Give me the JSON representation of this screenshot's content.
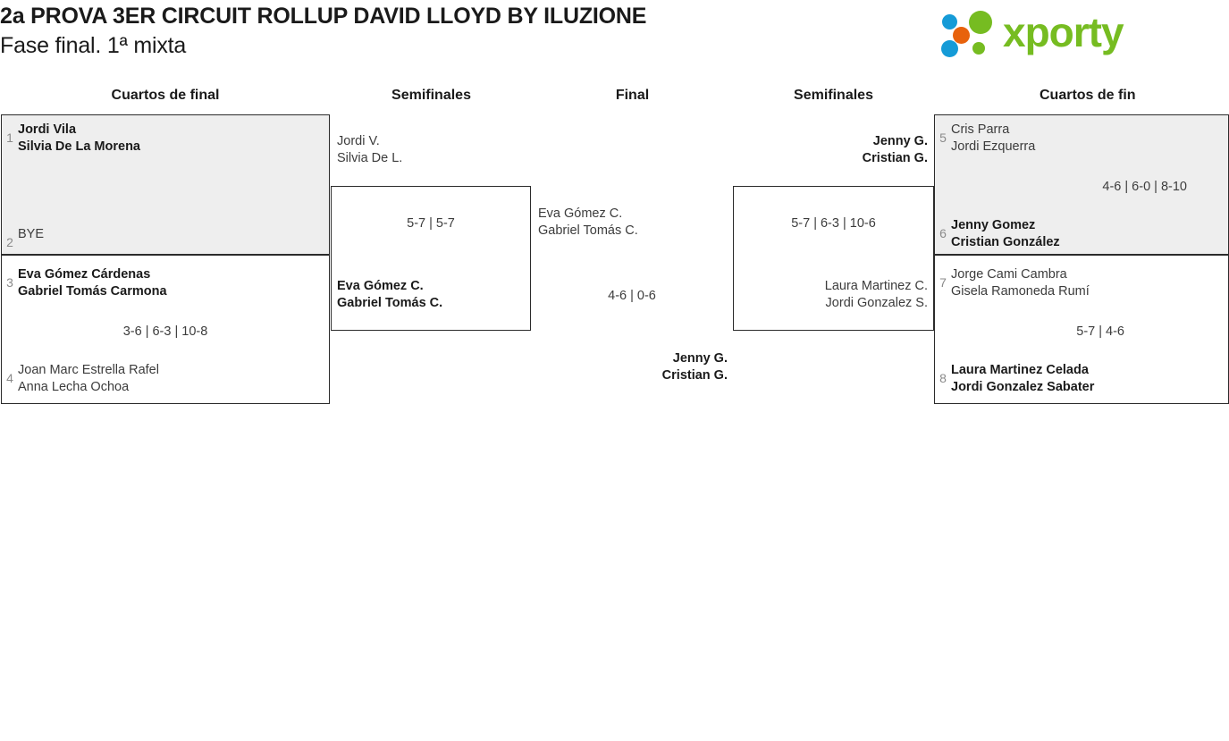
{
  "header": {
    "title_line1": "2a PROVA 3ER CIRCUIT ROLLUP DAVID LLOYD BY ILUZIONE",
    "title_line2": "Fase final. 1ª mixta"
  },
  "logo": {
    "word": "xporty",
    "green": "#76bc21",
    "blue": "#159bd7",
    "orange": "#e8620c"
  },
  "rounds": {
    "qf_left": "Cuartos de final",
    "sf_left": "Semifinales",
    "final": "Final",
    "sf_right": "Semifinales",
    "qf_right": "Cuartos de fin"
  },
  "bracket": {
    "qf_left": [
      {
        "teams": [
          {
            "seed": "1",
            "line1": "Jordi Vila",
            "line2": "Silvia De La Morena",
            "winner": true
          },
          {
            "seed": "2",
            "line1": "BYE",
            "line2": "",
            "winner": false
          }
        ],
        "score": "",
        "shaded": true
      },
      {
        "teams": [
          {
            "seed": "3",
            "line1": "Eva Gómez Cárdenas",
            "line2": "Gabriel Tomás Carmona",
            "winner": true
          },
          {
            "seed": "4",
            "line1": "Joan Marc Estrella Rafel",
            "line2": "Anna Lecha Ochoa",
            "winner": false
          }
        ],
        "score": "3-6 | 6-3 | 10-8",
        "shaded": false
      }
    ],
    "sf_left": [
      {
        "teams": [
          {
            "line1": "Jordi V.",
            "line2": "Silvia De L.",
            "winner": false
          },
          {
            "line1": "Eva Gómez C.",
            "line2": "Gabriel Tomás C.",
            "winner": true
          }
        ],
        "score": "5-7 | 5-7"
      }
    ],
    "final": [
      {
        "teams": [
          {
            "line1": "Eva Gómez C.",
            "line2": "Gabriel Tomás C.",
            "winner": false
          },
          {
            "line1": "Jenny G.",
            "line2": "Cristian G.",
            "winner": true
          }
        ],
        "score": "4-6 | 0-6"
      }
    ],
    "sf_right": [
      {
        "teams": [
          {
            "line1": "Jenny G.",
            "line2": "Cristian G.",
            "winner": true
          },
          {
            "line1": "Laura Martinez C.",
            "line2": "Jordi Gonzalez S.",
            "winner": false
          }
        ],
        "score": "5-7 | 6-3 | 10-6"
      }
    ],
    "qf_right": [
      {
        "teams": [
          {
            "seed": "5",
            "line1": "Cris Parra",
            "line2": "Jordi Ezquerra",
            "winner": false
          },
          {
            "seed": "6",
            "line1": "Jenny Gomez",
            "line2": "Cristian González",
            "winner": true
          }
        ],
        "score": "4-6 | 6-0 | 8-10",
        "shaded": true
      },
      {
        "teams": [
          {
            "seed": "7",
            "line1": "Jorge Cami Cambra",
            "line2": "Gisela Ramoneda Rumí",
            "winner": false
          },
          {
            "seed": "8",
            "line1": "Laura Martinez Celada",
            "line2": "Jordi Gonzalez Sabater",
            "winner": true
          }
        ],
        "score": "5-7 | 4-6",
        "shaded": false
      }
    ]
  }
}
